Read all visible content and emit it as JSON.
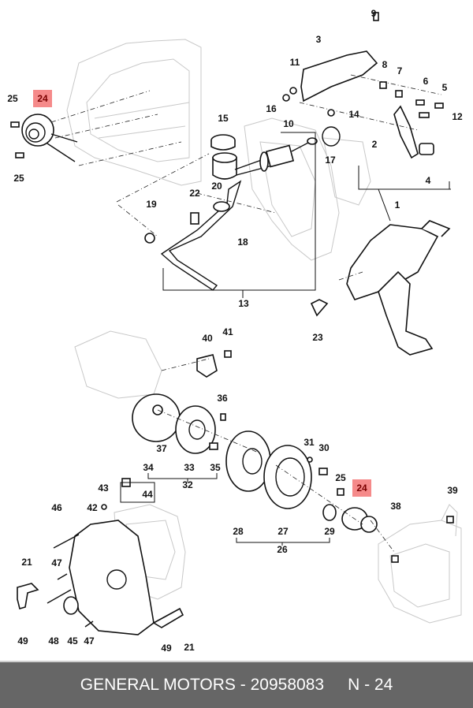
{
  "footer": {
    "brand": "GENERAL MOTORS",
    "separator": "-",
    "part_number": "20958083",
    "ref": "N - 24"
  },
  "highlight_color": "#f58a8a",
  "highlighted_item": "24",
  "callouts": {
    "c1": "1",
    "c2": "2",
    "c3": "3",
    "c4": "4",
    "c5": "5",
    "c6": "6",
    "c7": "7",
    "c8": "8",
    "c9": "9",
    "c10": "10",
    "c11": "11",
    "c12": "12",
    "c13": "13",
    "c14": "14",
    "c15": "15",
    "c16": "16",
    "c17": "17",
    "c18": "18",
    "c19": "19",
    "c20": "20",
    "c21a": "21",
    "c21b": "21",
    "c22": "22",
    "c23": "23",
    "c24a": "24",
    "c24b": "24",
    "c25a": "25",
    "c25b": "25",
    "c25c": "25",
    "c26": "26",
    "c27": "27",
    "c28": "28",
    "c29": "29",
    "c30": "30",
    "c31": "31",
    "c32": "32",
    "c33": "33",
    "c34": "34",
    "c35": "35",
    "c36": "36",
    "c37": "37",
    "c38": "38",
    "c39": "39",
    "c40": "40",
    "c41": "41",
    "c42": "42",
    "c43": "43",
    "c44": "44",
    "c45": "45",
    "c46": "46",
    "c47a": "47",
    "c47b": "47",
    "c48": "48",
    "c49a": "49",
    "c49b": "49"
  }
}
